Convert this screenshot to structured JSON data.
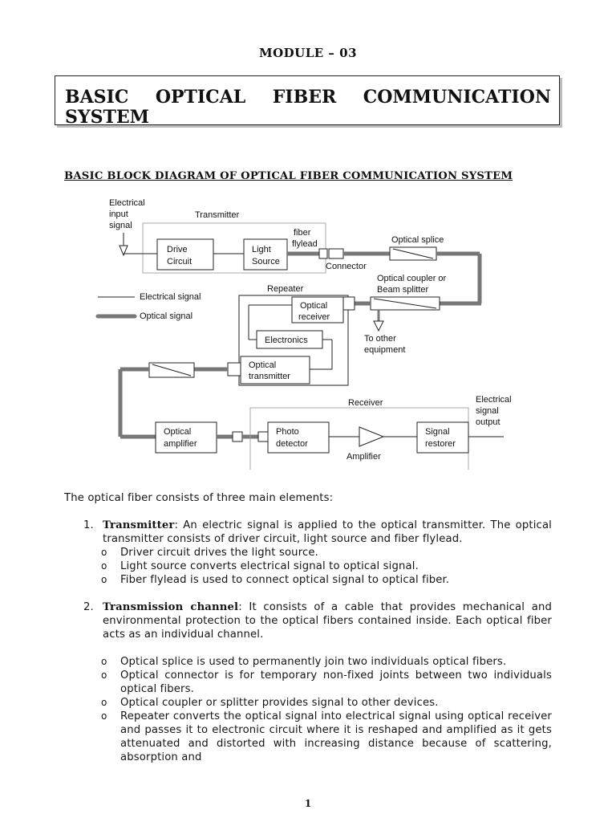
{
  "module": "MODULE – 03",
  "title": "BASIC OPTICAL FIBER COMMUNICATION SYSTEM",
  "section_heading": "BASIC BLOCK DIAGRAM OF OPTICAL FIBER COMMUNICATION SYSTEM",
  "diagram": {
    "electrical_input": [
      "Electrical",
      "input",
      "signal"
    ],
    "transmitter_label": "Transmitter",
    "drive_circuit": [
      "Drive",
      "Circuit"
    ],
    "light_source": [
      "Light",
      "Source"
    ],
    "fiber_flylead": [
      "fiber",
      "flylead"
    ],
    "connector": "Connector",
    "optical_splice": "Optical splice",
    "coupler": [
      "Optical coupler or",
      "Beam splitter"
    ],
    "legend_electrical": "Electrical signal",
    "legend_optical": "Optical signal",
    "repeater_label": "Repeater",
    "optical_receiver": [
      "Optical",
      "receiver"
    ],
    "electronics": "Electronics",
    "optical_transmitter": [
      "Optical",
      "transmitter"
    ],
    "to_other": [
      "To other",
      "equipment"
    ],
    "receiver_label": "Receiver",
    "electrical_output": [
      "Electrical",
      "signal",
      "output"
    ],
    "optical_amplifier": [
      "Optical",
      "amplifier"
    ],
    "photo_detector": [
      "Photo",
      "detector"
    ],
    "amplifier": "Amplifier",
    "signal_restorer": [
      "Signal",
      "restorer"
    ]
  },
  "intro": "The optical fiber consists of three main elements:",
  "items": [
    {
      "num": "1.",
      "term": "Transmitter",
      "text": ": An electric signal is applied to the optical transmitter. The optical transmitter consists of driver circuit, light source and fiber flylead.",
      "subs": [
        "Driver circuit drives the light source.",
        "Light source converts electrical signal to optical signal.",
        "Fiber flylead is used to connect optical signal to optical fiber."
      ]
    },
    {
      "num": "2.",
      "term": "Transmission channel",
      "text": ": It consists of a cable that provides mechanical and environmental protection to the optical fibers contained inside. Each optical fiber acts as an individual channel.",
      "subs": [
        "Optical splice is used to permanently join two individuals optical fibers.",
        "Optical connector is for temporary non-fixed joints between two individuals optical fibers.",
        "Optical coupler or splitter provides signal to other devices.",
        "Repeater converts the optical signal into electrical signal using optical receiver and passes it to electronic circuit where it is reshaped and amplified as it gets attenuated and distorted with increasing distance because of scattering, absorption and"
      ]
    }
  ],
  "bullet_glyph": "o",
  "page_number": "1"
}
